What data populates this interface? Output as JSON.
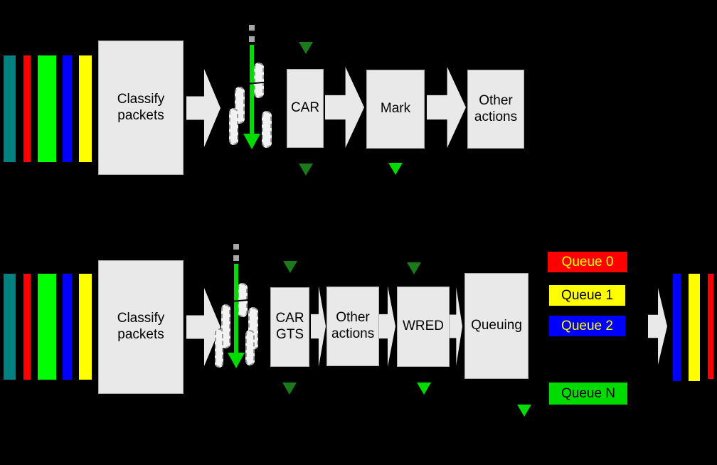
{
  "colors": {
    "background": "#000000",
    "box_fill": "#E9E9E9",
    "arrow_green": "#00DC00",
    "triangle_dark_green": "#1B7B1B",
    "triangle_bright_green": "#00DC00",
    "packet_square_gray": "#A6A6A6",
    "input_bar_colors": [
      "#008080",
      "#FF0000",
      "#00FF00",
      "#0000FF",
      "#FFFF00"
    ],
    "output_bar_colors": [
      "#0000FF",
      "#FFFF00",
      "#FF0000"
    ]
  },
  "top_flow": {
    "classify_label": "Classify packets",
    "car_label": "CAR",
    "mark_label": "Mark",
    "other_actions_label": "Other actions"
  },
  "bottom_flow": {
    "classify_label": "Classify packets",
    "car_gts_label": "CAR GTS",
    "other_actions_label": "Other actions",
    "wred_label": "WRED",
    "queuing_label": "Queuing",
    "queues": [
      {
        "label": "Queue 0",
        "bg": "#FF0000",
        "fg": "#FFFF00"
      },
      {
        "label": "Queue 1",
        "bg": "#FFFF00",
        "fg": "#000000"
      },
      {
        "label": "Queue 2",
        "bg": "#0000FF",
        "fg": "#FFFF00"
      },
      {
        "label": "Queue N",
        "bg": "#00DC00",
        "fg": "#000000"
      }
    ]
  }
}
